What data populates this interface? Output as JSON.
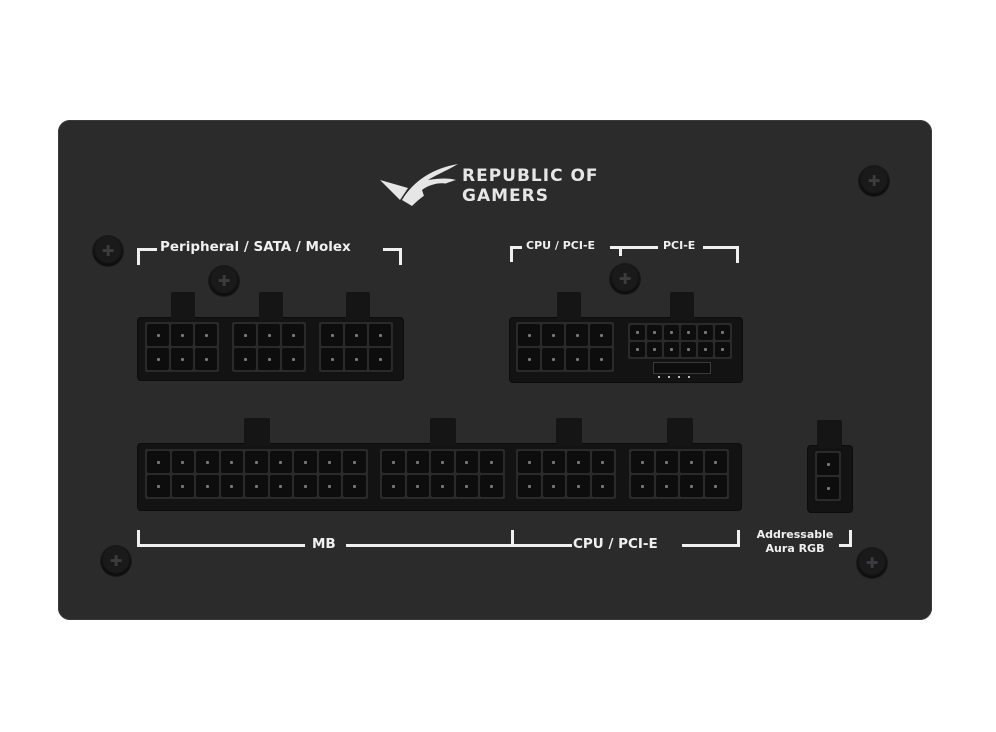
{
  "brand": {
    "logo_line1": "REPUBLIC OF",
    "logo_line2": "GAMERS",
    "logo_icon": "rog-eye-icon"
  },
  "labels": {
    "peripheral": "Peripheral / SATA / Molex",
    "cpu_pcie_top": "CPU / PCI-E",
    "pcie_top": "PCI-E",
    "mb": "MB",
    "cpu_pcie_bottom": "CPU / PCI-E",
    "argb_line1": "Addressable",
    "argb_line2": "Aura RGB"
  },
  "connectors": {
    "peripheral": [
      {
        "pins": 6,
        "cols": 3
      },
      {
        "pins": 6,
        "cols": 3
      },
      {
        "pins": 6,
        "cols": 3
      }
    ],
    "cpu_pcie_top": {
      "pins": 8,
      "cols": 4
    },
    "pcie_12vhpwr": {
      "pins": 12,
      "cols": 6,
      "sense_pins": 4
    },
    "mb": [
      {
        "pins": 18,
        "cols": 9
      },
      {
        "pins": 10,
        "cols": 5
      }
    ],
    "cpu_pcie_bottom": [
      {
        "pins": 8,
        "cols": 4
      },
      {
        "pins": 8,
        "cols": 4
      }
    ],
    "argb": {
      "pins": 2,
      "cols": 1
    }
  },
  "colors": {
    "panel": "#2b2b2c",
    "connector": "#131314",
    "label": "#f0f0f0",
    "background": "#ffffff"
  }
}
